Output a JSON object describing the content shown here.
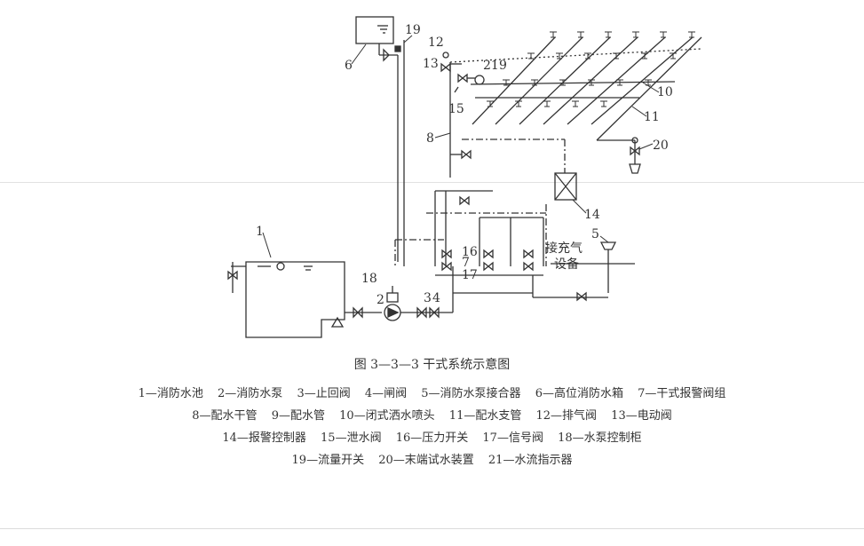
{
  "figure": {
    "caption": "图 3—3—3   干式系统示意图",
    "inline_labels": {
      "gas_supply_line1": "接充气",
      "gas_supply_line2": "设备"
    },
    "callouts": [
      "1",
      "2",
      "3",
      "4",
      "5",
      "6",
      "7",
      "8",
      "9",
      "10",
      "11",
      "12",
      "13",
      "14",
      "15",
      "16",
      "17",
      "18",
      "19",
      "20",
      "21"
    ]
  },
  "legend": {
    "rows": [
      [
        "1—消防水池",
        "2—消防水泵",
        "3—止回阀",
        "4—闸阀",
        "5—消防水泵接合器",
        "6—高位消防水箱",
        "7—干式报警阀组"
      ],
      [
        "8—配水干管",
        "9—配水管",
        "10—闭式洒水喷头",
        "11—配水支管",
        "12—排气阀",
        "13—电动阀"
      ],
      [
        "14—报警控制器",
        "15—泄水阀",
        "16—压力开关",
        "17—信号阀",
        "18—水泵控制柜"
      ],
      [
        "19—流量开关",
        "20—末端试水装置",
        "21—水流指示器"
      ]
    ]
  }
}
